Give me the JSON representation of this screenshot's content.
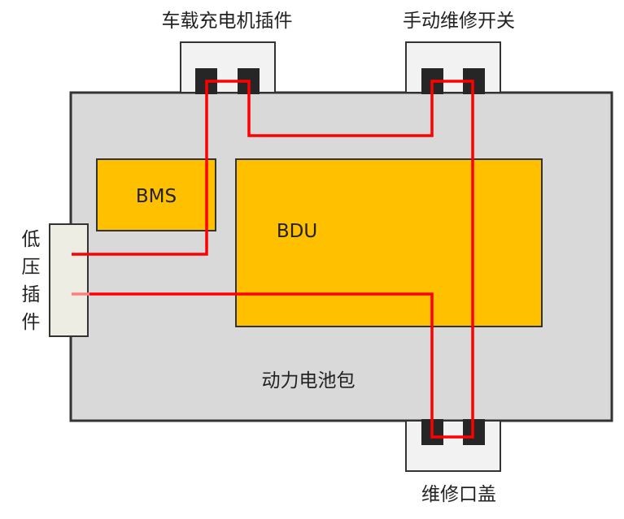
{
  "labels": {
    "charger_connector": "车载充电机插件",
    "manual_service_switch": "手动维修开关",
    "bms": "BMS",
    "bdu": "BDU",
    "battery_pack": "动力电池包",
    "low_voltage_connector": [
      "低",
      "压",
      "插",
      "件"
    ],
    "service_cover": "维修口盖"
  },
  "colors": {
    "pack_fill": "#d9d9d9",
    "module_fill": "#ffc000",
    "connector_fill": "#f2f2f2",
    "lv_connector_fill": "#eeede4",
    "pin_fill": "#262626",
    "wire": "#ff0000",
    "wire_light": "#ff7f7f",
    "outline": "#333333"
  }
}
